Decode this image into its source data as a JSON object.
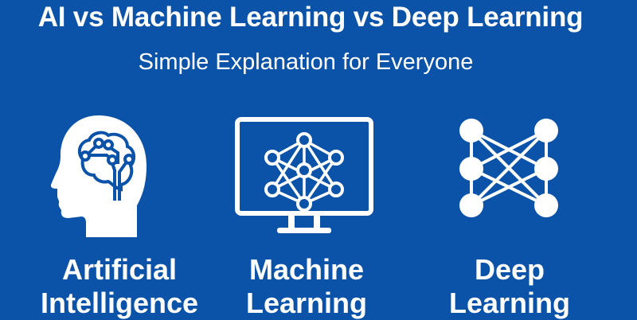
{
  "header": {
    "title": "AI vs Machine Learning vs Deep Learning",
    "subtitle": "Simple Explanation for Everyone"
  },
  "colors": {
    "background": "#0b52a9",
    "foreground": "#ffffff"
  },
  "columns": [
    {
      "icon": "head-brain-circuit-icon",
      "line1": "Artificial",
      "line2": "Intelligence"
    },
    {
      "icon": "monitor-neural-network-icon",
      "line1": "Machine",
      "line2": "Learning"
    },
    {
      "icon": "neural-network-icon",
      "line1": "Deep",
      "line2": "Learning"
    }
  ]
}
